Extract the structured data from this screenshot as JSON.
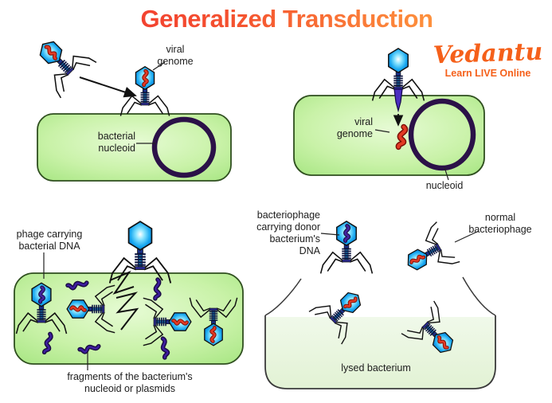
{
  "title": "Generalized Transduction",
  "brand": {
    "name": "Vedantu",
    "tagline": "Learn LIVE Online"
  },
  "labels": {
    "viral_genome_1": "viral\ngenome",
    "bacterial_nucleoid": "bacterial\nnucleoid",
    "viral_genome_2": "viral\ngenome",
    "nucleoid": "nucleoid",
    "phage_carrying": "phage carrying\nbacterial DNA",
    "fragments": "fragments of the bacterium's\nnucleoid or plasmids",
    "bacteriophage_donor": "bacteriophage\ncarrying donor\nbacterium's DNA",
    "normal_bacteriophage": "normal\nbacteriophage",
    "lysed_bacterium": "lysed bacterium"
  },
  "colors": {
    "title_gradient_start": "#f23a30",
    "title_gradient_end": "#ff9b3e",
    "brand_orange": "#f5601a",
    "cell_green_edge": "#a3e47e",
    "cell_green_center": "#e6fbd4",
    "cell_border": "#2f4f1f",
    "lysed_cell_fill": "#e8f5df",
    "nucleoid_purple": "#2b1148",
    "phage_head_blue": "#18a8f0",
    "phage_tail_navy": "#15246e",
    "dna_red": "#e23a24",
    "dna_purple": "#43249e",
    "outline_black": "#111111"
  }
}
